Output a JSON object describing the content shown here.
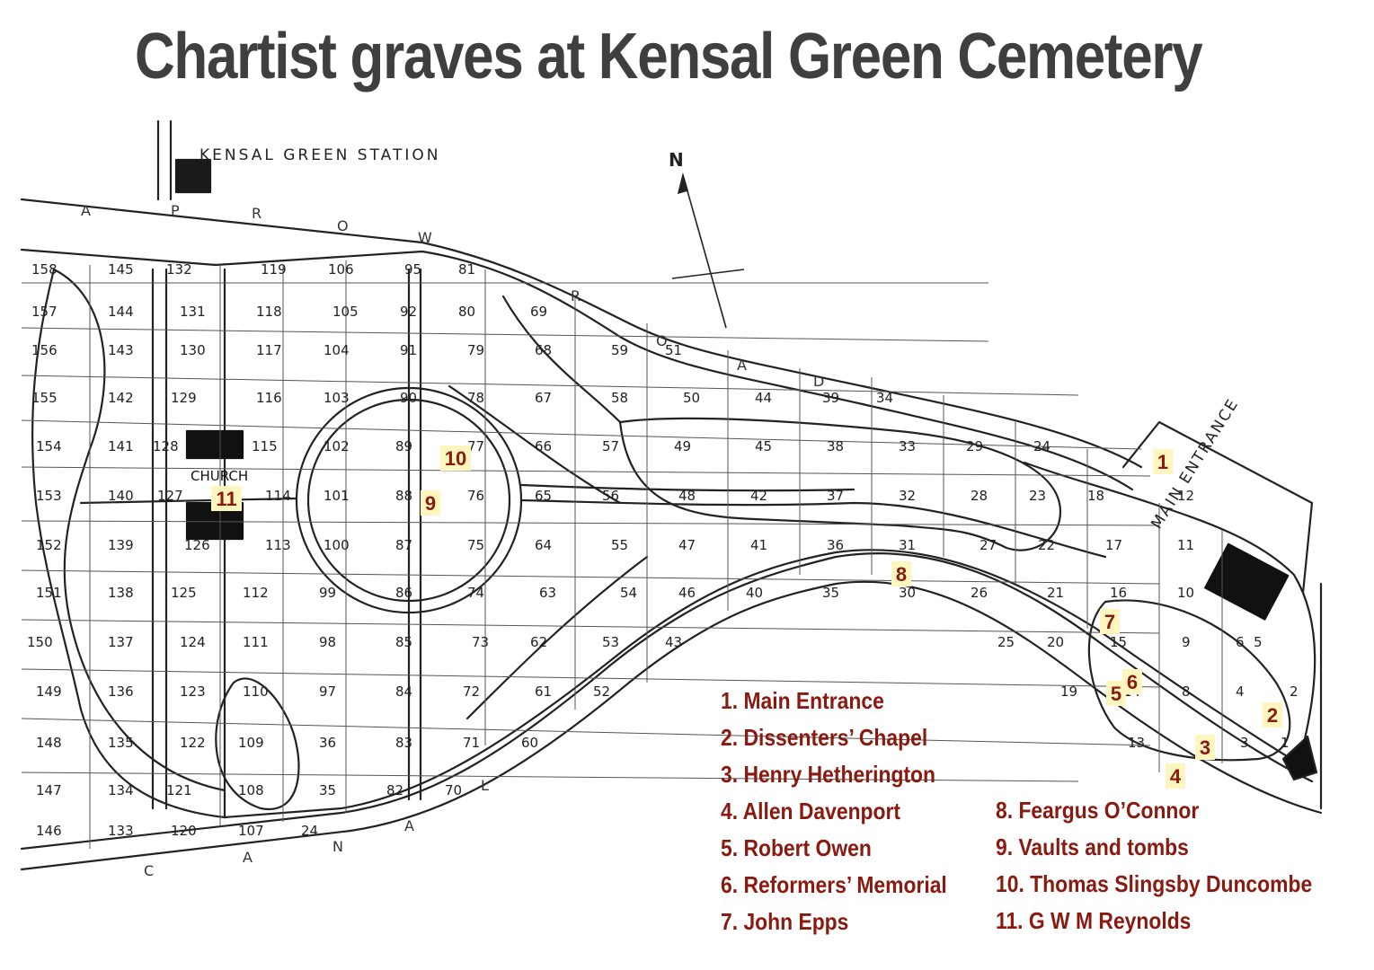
{
  "title": "Chartist graves at Kensal Green Cemetery",
  "map": {
    "station_label": "KENSAL GREEN STATION",
    "north_label": "N",
    "road_top_letters": [
      "A",
      "P",
      "R",
      "O",
      "W",
      "R",
      "O",
      "A",
      "D"
    ],
    "road_bottom_letters": [
      "C",
      "A",
      "N",
      "A",
      "L"
    ],
    "main_entrance_label": "MAIN ENTRANCE",
    "church_label": "CHURCH",
    "plot_numbers": [
      "158",
      "145",
      "132",
      "119",
      "106",
      "95",
      "81",
      "157",
      "144",
      "131",
      "118",
      "105",
      "92",
      "80",
      "69",
      "156",
      "143",
      "130",
      "117",
      "104",
      "91",
      "79",
      "68",
      "59",
      "51",
      "155",
      "142",
      "129",
      "116",
      "103",
      "90",
      "78",
      "67",
      "58",
      "50",
      "44",
      "39",
      "34",
      "154",
      "141",
      "128",
      "115",
      "102",
      "89",
      "77",
      "66",
      "57",
      "49",
      "45",
      "38",
      "33",
      "29",
      "24",
      "153",
      "140",
      "127",
      "114",
      "101",
      "88",
      "76",
      "65",
      "56",
      "48",
      "42",
      "37",
      "32",
      "28",
      "23",
      "18",
      "12",
      "152",
      "139",
      "126",
      "113",
      "100",
      "87",
      "75",
      "64",
      "55",
      "47",
      "41",
      "36",
      "31",
      "27",
      "22",
      "17",
      "11",
      "151",
      "138",
      "125",
      "112",
      "99",
      "86",
      "74",
      "63",
      "54",
      "46",
      "40",
      "35",
      "30",
      "26",
      "21",
      "16",
      "10",
      "150",
      "137",
      "124",
      "111",
      "98",
      "85",
      "73",
      "62",
      "53",
      "43",
      "25",
      "20",
      "15",
      "9",
      "6",
      "5",
      "149",
      "136",
      "123",
      "110",
      "97",
      "84",
      "72",
      "61",
      "52",
      "19",
      "14",
      "8",
      "4",
      "2",
      "148",
      "135",
      "122",
      "109",
      "36",
      "83",
      "71",
      "60",
      "13",
      "3",
      "1",
      "147",
      "134",
      "121",
      "108",
      "35",
      "82",
      "70",
      "146",
      "133",
      "120",
      "107",
      "24"
    ]
  },
  "markers": [
    "1",
    "2",
    "3",
    "4",
    "5",
    "6",
    "7",
    "8",
    "9",
    "10",
    "11"
  ],
  "legend": {
    "items": [
      "1. Main Entrance",
      "2. Dissenters’ Chapel",
      "3. Henry Hetherington",
      "4. Allen Davenport",
      "5. Robert Owen",
      "6. Reformers’ Memorial",
      "7. John Epps",
      "8. Feargus O’Connor",
      "9. Vaults and tombs",
      "10. Thomas Slingsby Duncombe",
      "11. G W M Reynolds"
    ]
  },
  "colors": {
    "title": "#3f3f3f",
    "marker_text": "#8a1a10",
    "marker_bg": "#fff6bf",
    "line": "#222222"
  }
}
